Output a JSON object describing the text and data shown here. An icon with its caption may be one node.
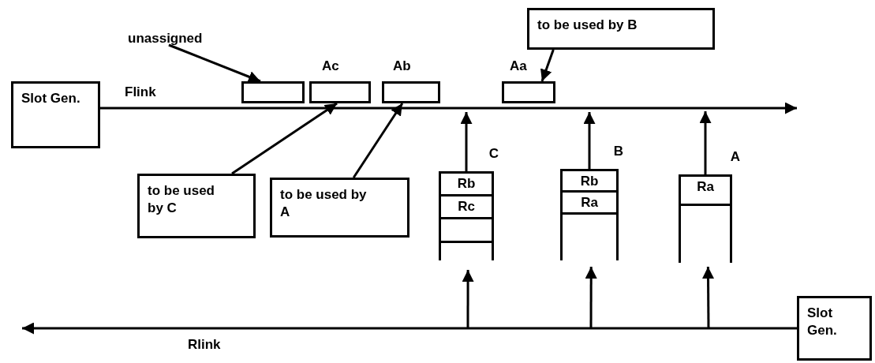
{
  "diagram": {
    "nodes": [
      {
        "text": [
          "Slot Gen."
        ]
      },
      {
        "text": [
          "unassigned"
        ]
      },
      {
        "text": [],
        "shape": "box"
      },
      {
        "text": [
          "Ac"
        ]
      },
      {
        "text": [
          "Ab"
        ]
      },
      {
        "text": [
          "Aa"
        ]
      },
      {
        "text": [
          "to be used by B"
        ]
      },
      {
        "text": [
          "to be used by C"
        ]
      },
      {
        "text": [
          "to be used by A"
        ]
      },
      {
        "text": [
          "C"
        ]
      },
      {
        "text": [
          "Rb"
        ],
        "in": 9
      },
      {
        "text": [
          "Rc"
        ],
        "in": 9
      },
      {
        "text": [],
        "shape": "box",
        "in": 9
      },
      {
        "text": [
          "B"
        ]
      },
      {
        "text": [
          "Rb"
        ],
        "in": 13
      },
      {
        "text": [
          "Ra"
        ],
        "in": 13
      },
      {
        "text": [
          "A"
        ]
      },
      {
        "text": [
          "Ra"
        ],
        "in": 16
      },
      {
        "text": [
          "Slot Gen."
        ]
      }
    ],
    "edges": [
      {
        "from": 1,
        "to": 2,
        "arrow": "to"
      },
      {
        "from": 6,
        "to": 5,
        "arrow": "to"
      },
      {
        "from": 0,
        "to": null,
        "arrow": "to",
        "label": "Flink"
      },
      {
        "from": 7,
        "to": 3,
        "arrow": "to"
      },
      {
        "from": 8,
        "to": 4,
        "arrow": "to"
      },
      {
        "from": 10,
        "to": null,
        "arrow": "to"
      },
      {
        "from": 14,
        "to": null,
        "arrow": "to"
      },
      {
        "from": 17,
        "to": null,
        "arrow": "to"
      },
      {
        "from": null,
        "to": 9,
        "arrow": "to"
      },
      {
        "from": null,
        "to": 13,
        "arrow": "to"
      },
      {
        "from": null,
        "to": 16,
        "arrow": "to"
      },
      {
        "from": 18,
        "to": null,
        "arrow": "to",
        "label": "Rlink"
      }
    ]
  }
}
